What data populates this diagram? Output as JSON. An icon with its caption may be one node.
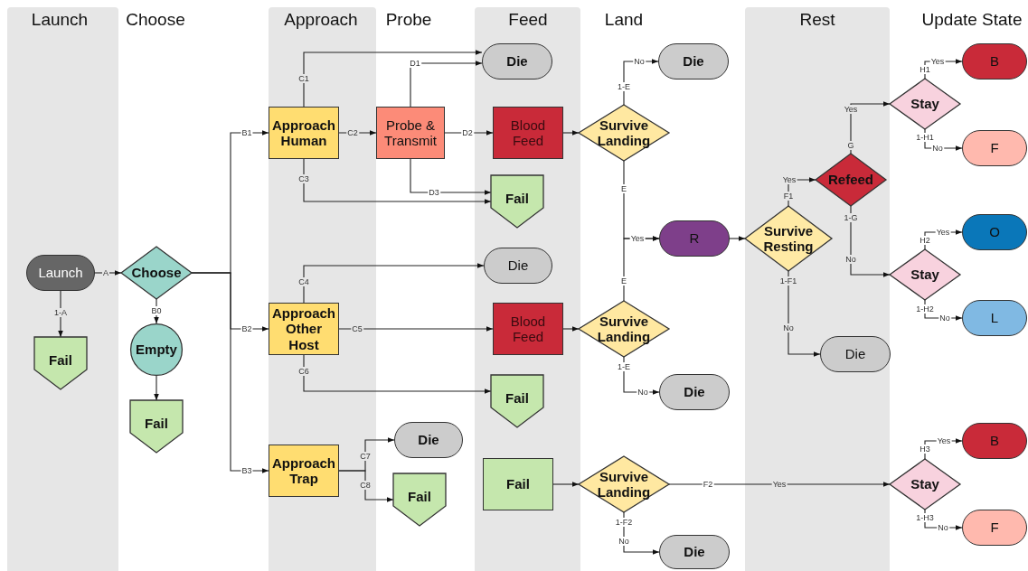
{
  "diagram": {
    "nodes": [
      {
        "text": [
          "Launch"
        ]
      },
      {
        "text": [
          "Choose"
        ]
      },
      {
        "text": [
          "Fail"
        ]
      },
      {
        "text": [
          "Empty"
        ]
      },
      {
        "text": [
          "Fail"
        ]
      },
      {
        "text": [
          "Approach Human"
        ]
      },
      {
        "text": [
          "Approach Other Host"
        ]
      },
      {
        "text": [
          "Approach Trap"
        ]
      },
      {
        "text": [
          "Probe & Transmit"
        ]
      },
      {
        "text": [
          "Die"
        ]
      },
      {
        "text": [
          "Blood Feed"
        ]
      },
      {
        "text": [
          "Fail"
        ]
      },
      {
        "text": [
          "Die"
        ]
      },
      {
        "text": [
          "Blood Feed"
        ]
      },
      {
        "text": [
          "Fail"
        ]
      },
      {
        "text": [
          "Die"
        ]
      },
      {
        "text": [
          "Fail"
        ]
      },
      {
        "text": [
          "Fail"
        ]
      },
      {
        "text": [
          "Die"
        ]
      },
      {
        "text": [
          "Survive Landing"
        ]
      },
      {
        "text": [
          "R"
        ]
      },
      {
        "text": [
          "Survive Landing"
        ]
      },
      {
        "text": [
          "Die"
        ]
      },
      {
        "text": [
          "Survive Landing"
        ]
      },
      {
        "text": [
          "Die"
        ]
      },
      {
        "text": [
          "Survive Resting"
        ]
      },
      {
        "text": [
          "Refeed"
        ]
      },
      {
        "text": [
          "Die"
        ]
      },
      {
        "text": [
          "Stay"
        ]
      },
      {
        "text": [
          "B"
        ]
      },
      {
        "text": [
          "F"
        ]
      },
      {
        "text": [
          "Stay"
        ]
      },
      {
        "text": [
          "O"
        ]
      },
      {
        "text": [
          "L"
        ]
      },
      {
        "text": [
          "Stay"
        ]
      },
      {
        "text": [
          "B"
        ]
      },
      {
        "text": [
          "F"
        ]
      }
    ],
    "edges": [
      {
        "from": 0,
        "to": 1,
        "arrow": "to",
        "label": "A"
      },
      {
        "from": 0,
        "to": 2,
        "arrow": "to",
        "label": "1-A"
      },
      {
        "from": 1,
        "to": 3,
        "arrow": "to",
        "label": "B0"
      },
      {
        "from": 3,
        "to": 4,
        "arrow": "to"
      },
      {
        "from": 1,
        "to": 5,
        "arrow": "to",
        "label": "B1"
      },
      {
        "from": 1,
        "to": 6,
        "arrow": "to",
        "label": "B2"
      },
      {
        "from": 1,
        "to": 7,
        "arrow": "to",
        "label": "B3"
      },
      {
        "from": 5,
        "to": 9,
        "arrow": "to",
        "label": "C1"
      },
      {
        "from": 5,
        "to": 8,
        "arrow": "to",
        "label": "C2"
      },
      {
        "from": 5,
        "to": 11,
        "arrow": "to",
        "label": "C3"
      },
      {
        "from": 8,
        "to": 9,
        "arrow": "to",
        "label": "D1"
      },
      {
        "from": 8,
        "to": 10,
        "arrow": "to",
        "label": "D2"
      },
      {
        "from": 8,
        "to": 11,
        "arrow": "to",
        "label": "D3"
      },
      {
        "from": 6,
        "to": 12,
        "arrow": "to",
        "label": "C4"
      },
      {
        "from": 6,
        "to": 13,
        "arrow": "to",
        "label": "C5"
      },
      {
        "from": 6,
        "to": 14,
        "arrow": "to",
        "label": "C6"
      },
      {
        "from": 7,
        "to": 15,
        "arrow": "to",
        "label": "C7"
      },
      {
        "from": 7,
        "to": 16,
        "arrow": "to",
        "label": "C8"
      },
      {
        "from": 10,
        "to": 19,
        "arrow": "to"
      },
      {
        "from": 19,
        "to": 18,
        "arrow": "to",
        "label": "1-E"
      },
      {
        "from": 19,
        "to": 20,
        "arrow": "to",
        "label": "E"
      },
      {
        "from": 21,
        "to": 20,
        "arrow": "to",
        "label": "E"
      },
      {
        "from": 13,
        "to": 21,
        "arrow": "to"
      },
      {
        "from": 21,
        "to": 22,
        "arrow": "to",
        "label": "1-E"
      },
      {
        "from": 17,
        "to": 23,
        "arrow": "to"
      },
      {
        "from": 23,
        "to": 24,
        "arrow": "to",
        "label": "1-F2"
      },
      {
        "from": 23,
        "to": 34,
        "arrow": "to",
        "label": "F2"
      },
      {
        "from": 20,
        "to": 25,
        "arrow": "to"
      },
      {
        "from": 25,
        "to": 26,
        "arrow": "to",
        "label": "F1"
      },
      {
        "from": 25,
        "to": 27,
        "arrow": "to",
        "label": "1-F1"
      },
      {
        "from": 26,
        "to": 28,
        "arrow": "to",
        "label": "G"
      },
      {
        "from": 26,
        "to": 31,
        "arrow": "to",
        "label": "1-G"
      },
      {
        "from": 28,
        "to": 29,
        "arrow": "to",
        "label": "H1"
      },
      {
        "from": 28,
        "to": 30,
        "arrow": "to",
        "label": "1-H1"
      },
      {
        "from": 31,
        "to": 32,
        "arrow": "to",
        "label": "H2"
      },
      {
        "from": 31,
        "to": 33,
        "arrow": "to",
        "label": "1-H2"
      },
      {
        "from": 34,
        "to": 35,
        "arrow": "to",
        "label": "H3"
      },
      {
        "from": 34,
        "to": 36,
        "arrow": "to",
        "label": "1-H3"
      }
    ],
    "labels": [
      "Launch",
      "Choose",
      "Approach",
      "Probe",
      "Feed",
      "Land",
      "Rest",
      "Update State",
      "No",
      "Yes",
      "No",
      "No",
      "Yes",
      "Yes",
      "No",
      "Yes",
      "No",
      "Yes",
      "No",
      "Yes",
      "No",
      "Yes",
      "No"
    ]
  }
}
